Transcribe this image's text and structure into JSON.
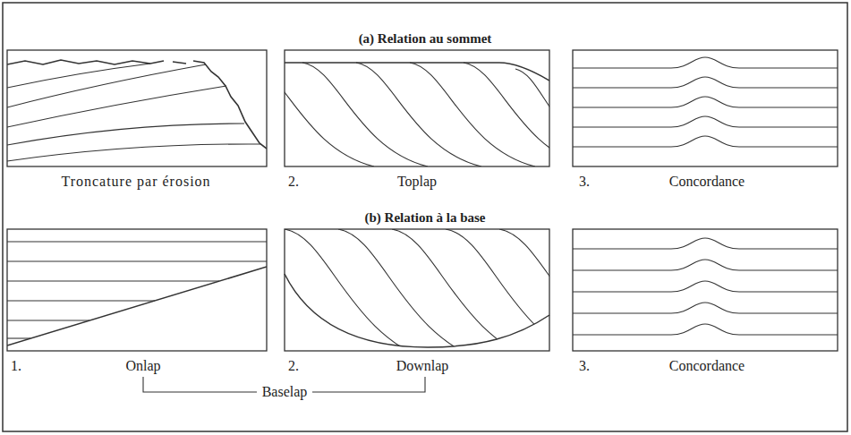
{
  "diagram": {
    "labels": [
      "(a) Relation au sommet",
      "Troncature par érosion",
      "2.",
      "Toplap",
      "3.",
      "Concordance",
      "(b) Relation à la base",
      "1.",
      "Onlap",
      "2.",
      "Downlap",
      "3.",
      "Concordance",
      "Baselap"
    ]
  }
}
